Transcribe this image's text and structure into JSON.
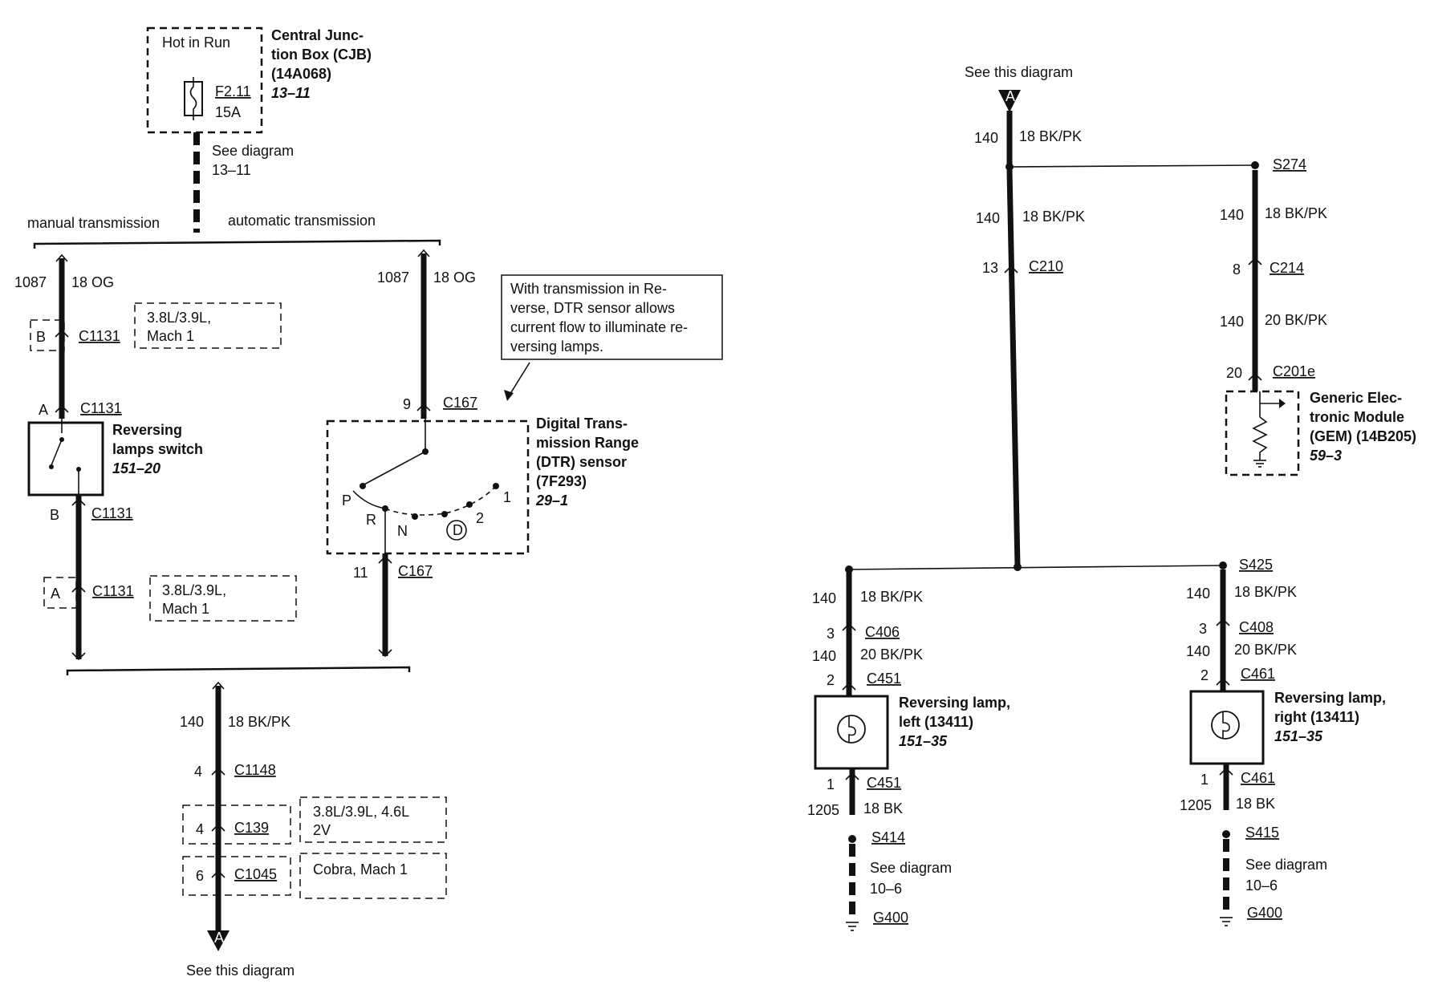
{
  "cjb": {
    "hot_in_run": "Hot in Run",
    "fuse_id": "F2.11",
    "fuse_rating": "15A",
    "title_l1": "Central Junc-",
    "title_l2": "tion Box (CJB)",
    "part": "(14A068)",
    "ref": "13–11",
    "see_l1": "See diagram",
    "see_l2": "13–11"
  },
  "branches": {
    "manual": "manual transmission",
    "automatic": "automatic transmission"
  },
  "manual": {
    "circuit": "1087",
    "wire": "18 OG",
    "c1131_top": {
      "pin": "B",
      "conn": "C1131",
      "note_l1": "3.8L/3.9L,",
      "note_l2": "Mach 1"
    },
    "switch_top": {
      "pin": "A",
      "conn": "C1131"
    },
    "switch_l1": "Reversing",
    "switch_l2": "lamps switch",
    "switch_ref": "151–20",
    "switch_bottom": {
      "pin": "B",
      "conn": "C1131"
    },
    "c1131_bottom": {
      "pin": "A",
      "conn": "C1131",
      "note_l1": "3.8L/3.9L,",
      "note_l2": "Mach 1"
    }
  },
  "automatic": {
    "circuit": "1087",
    "wire": "18 OG",
    "dtr_top": {
      "pin": "9",
      "conn": "C167"
    },
    "dtr_bottom": {
      "pin": "11",
      "conn": "C167"
    },
    "dtr_l1": "Digital Trans-",
    "dtr_l2": "mission Range",
    "dtr_l3": "(DTR) sensor",
    "dtr_l4": "(7F293)",
    "dtr_ref": "29–1",
    "pos_p": "P",
    "pos_r": "R",
    "pos_n": "N",
    "pos_d": "D",
    "pos_2": "2",
    "pos_1": "1",
    "callout_l1": "With transmission in Re-",
    "callout_l2": "verse, DTR sensor allows",
    "callout_l3": "current flow to illuminate re-",
    "callout_l4": "versing lamps."
  },
  "lower_left": {
    "circuit": "140",
    "wire": "18 BK/PK",
    "c1148": {
      "pin": "4",
      "conn": "C1148"
    },
    "c139": {
      "pin": "4",
      "conn": "C139",
      "note_l1": "3.8L/3.9L, 4.6L",
      "note_l2": "2V"
    },
    "c1045": {
      "pin": "6",
      "conn": "C1045",
      "note": "Cobra, Mach 1"
    },
    "offpage": "A",
    "see_this": "See this diagram"
  },
  "right_top": {
    "see_this": "See this diagram",
    "offpage": "A",
    "circuit_top": "140",
    "wire_top": "18 BK/PK",
    "s274": "S274",
    "circuit_mid": "140",
    "wire_mid": "18 BK/PK",
    "c210": {
      "pin": "13",
      "conn": "C210"
    },
    "gem_branch": {
      "circuit1": "140",
      "wire1": "18 BK/PK",
      "c214": {
        "pin": "8",
        "conn": "C214"
      },
      "circuit2": "140",
      "wire2": "20 BK/PK",
      "c201e": {
        "pin": "20",
        "conn": "C201e"
      },
      "gem_l1": "Generic Elec-",
      "gem_l2": "tronic Module",
      "gem_l3": "(GEM) (14B205)",
      "gem_ref": "59–3"
    }
  },
  "lamp_left": {
    "circuit1": "140",
    "wire1": "18 BK/PK",
    "c406": {
      "pin": "3",
      "conn": "C406"
    },
    "circuit2": "140",
    "wire2": "20 BK/PK",
    "c451_top": {
      "pin": "2",
      "conn": "C451"
    },
    "name_l1": "Reversing lamp,",
    "name_l2": "left (13411)",
    "ref": "151–35",
    "c451_bottom": {
      "pin": "1",
      "conn": "C451"
    },
    "circuit3": "1205",
    "wire3": "18 BK",
    "splice": "S414",
    "see_l1": "See diagram",
    "see_l2": "10–6",
    "ground": "G400"
  },
  "lamp_right": {
    "splice_top": "S425",
    "circuit1": "140",
    "wire1": "18 BK/PK",
    "c408": {
      "pin": "3",
      "conn": "C408"
    },
    "circuit2": "140",
    "wire2": "20 BK/PK",
    "c461_top": {
      "pin": "2",
      "conn": "C461"
    },
    "name_l1": "Reversing lamp,",
    "name_l2": "right (13411)",
    "ref": "151–35",
    "c461_bottom": {
      "pin": "1",
      "conn": "C461"
    },
    "circuit3": "1205",
    "wire3": "18 BK",
    "splice": "S415",
    "see_l1": "See diagram",
    "see_l2": "10–6",
    "ground": "G400"
  }
}
